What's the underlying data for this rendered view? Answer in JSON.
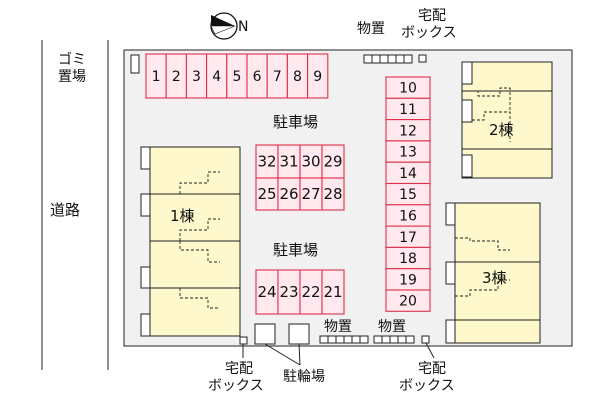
{
  "map": {
    "road_label": "道路",
    "garbage_label_line1": "ゴミ",
    "garbage_label_line2": "置場",
    "parking_label_top": "駐車場",
    "parking_label_middle": "駐車場",
    "storage_label_top": "物置",
    "delivery_box_top_line1": "宅配",
    "delivery_box_top_line2": "ボックス",
    "storage_label_bottom_1": "物置",
    "storage_label_bottom_2": "物置",
    "delivery_box_bl_line1": "宅配",
    "delivery_box_bl_line2": "ボックス",
    "bicycle_label": "駐輪場",
    "delivery_box_br_line1": "宅配",
    "delivery_box_br_line2": "ボックス",
    "building_1": "1棟",
    "building_2": "2棟",
    "building_3": "3棟",
    "compass_letter": "N"
  },
  "parking": {
    "top_row": [
      "1",
      "2",
      "3",
      "4",
      "5",
      "6",
      "7",
      "8",
      "9"
    ],
    "right_column": [
      "10",
      "11",
      "12",
      "13",
      "14",
      "15",
      "16",
      "17",
      "18",
      "19",
      "20"
    ],
    "center_top_row": [
      "32",
      "31",
      "30",
      "29"
    ],
    "center_bottom_row": [
      "25",
      "26",
      "27",
      "28"
    ],
    "bottom_row": [
      "24",
      "23",
      "22",
      "21"
    ]
  },
  "colors": {
    "parking_fill": "#ffe8ee",
    "parking_stroke": "#e0304a",
    "building_fill": "#fff8cc",
    "lot_fill": "#f1f1f1"
  }
}
